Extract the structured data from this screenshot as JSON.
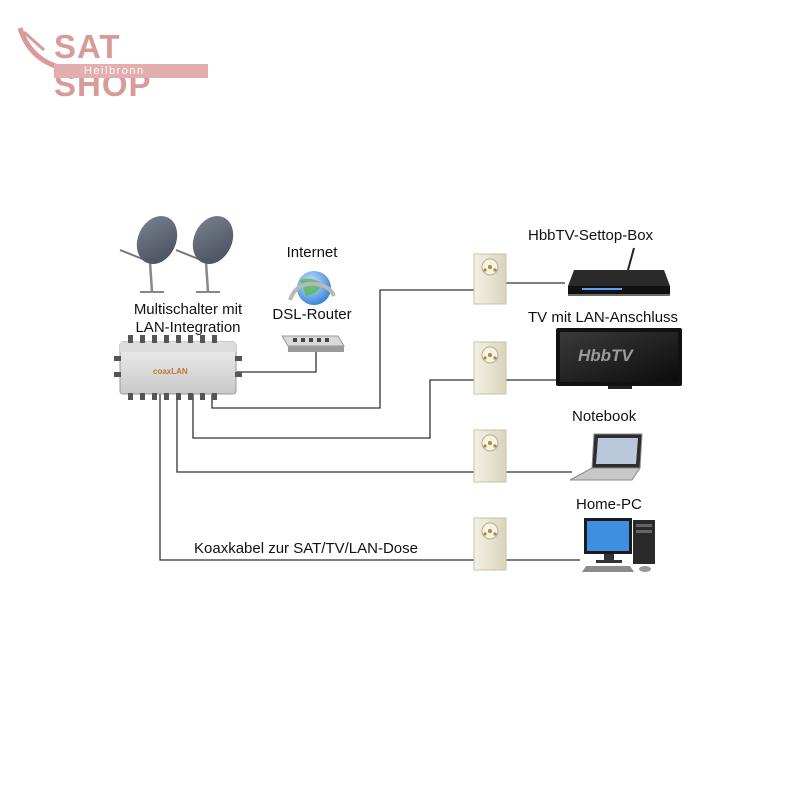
{
  "logo": {
    "name": "SAT SHOP",
    "subtitle": "Heilbronn"
  },
  "multiswitch": {
    "label_line1": "Multischalter mit",
    "label_line2": "LAN-Integration",
    "brand": "coaxLAN"
  },
  "router": {
    "label_top": "Internet",
    "label_bottom": "DSL-Router"
  },
  "devices": [
    {
      "label": "HbbTV-Settop-Box"
    },
    {
      "label": "TV mit LAN-Anschluss",
      "screen_text": "HbbTV"
    },
    {
      "label": "Notebook"
    },
    {
      "label": "Home-PC"
    }
  ],
  "cable_label": "Koaxkabel zur SAT/TV/LAN-Dose",
  "colors": {
    "line": "#333333",
    "wall_socket": "#ece8d6",
    "dish": "#5b6472",
    "logo": "#d99a9a"
  }
}
